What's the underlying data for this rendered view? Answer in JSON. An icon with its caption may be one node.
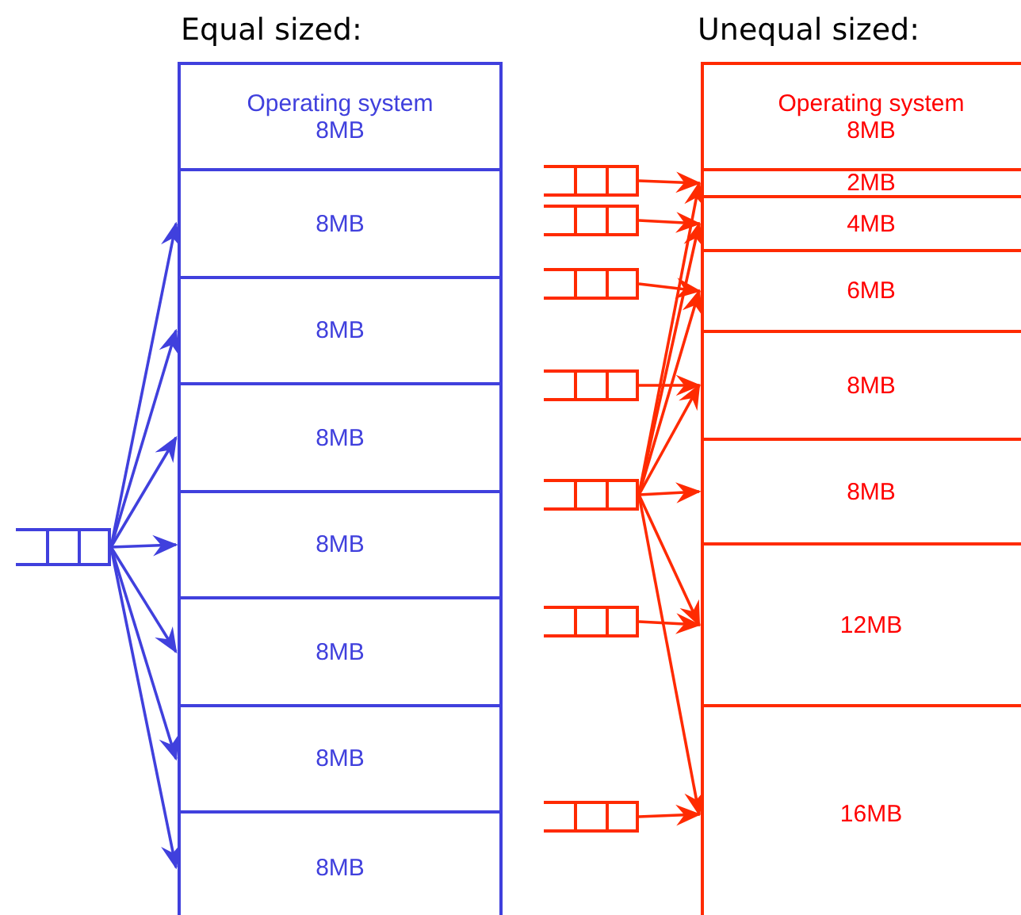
{
  "diagram": {
    "nodes": [
      {
        "text": [],
        "shape": "queue"
      },
      {
        "text": [
          "Operating system 8MB"
        ]
      },
      {
        "text": [
          "8MB"
        ]
      },
      {
        "text": [
          "8MB"
        ]
      },
      {
        "text": [
          "8MB"
        ]
      },
      {
        "text": [
          "8MB"
        ]
      },
      {
        "text": [
          "8MB"
        ]
      },
      {
        "text": [
          "8MB"
        ]
      },
      {
        "text": [
          "8MB"
        ]
      },
      {
        "text": [],
        "shape": "queue"
      },
      {
        "text": [],
        "shape": "queue"
      },
      {
        "text": [],
        "shape": "queue"
      },
      {
        "text": [],
        "shape": "queue"
      },
      {
        "text": [],
        "shape": "queue"
      },
      {
        "text": [],
        "shape": "queue"
      },
      {
        "text": [],
        "shape": "queue"
      },
      {
        "text": [
          "Operating system 8MB"
        ]
      },
      {
        "text": [
          "2MB"
        ]
      },
      {
        "text": [
          "4MB"
        ]
      },
      {
        "text": [
          "6MB"
        ]
      },
      {
        "text": [
          "8MB"
        ]
      },
      {
        "text": [
          "8MB"
        ]
      },
      {
        "text": [
          "12MB"
        ]
      },
      {
        "text": [
          "16MB"
        ]
      }
    ],
    "edges": [
      {
        "from": 0,
        "to": 2,
        "arrow": "to",
        "color": "#4040dd"
      },
      {
        "from": 0,
        "to": 3,
        "arrow": "to",
        "color": "#4040dd"
      },
      {
        "from": 0,
        "to": 4,
        "arrow": "to",
        "color": "#4040dd"
      },
      {
        "from": 0,
        "to": 5,
        "arrow": "to",
        "color": "#4040dd"
      },
      {
        "from": 0,
        "to": 6,
        "arrow": "to",
        "color": "#4040dd"
      },
      {
        "from": 0,
        "to": 7,
        "arrow": "to",
        "color": "#4040dd"
      },
      {
        "from": 0,
        "to": 8,
        "arrow": "to",
        "color": "#4040dd"
      },
      {
        "from": 9,
        "to": 17,
        "arrow": "to"
      },
      {
        "from": 10,
        "to": 18,
        "arrow": "to"
      },
      {
        "from": 11,
        "to": 19,
        "arrow": "to"
      },
      {
        "from": 12,
        "to": 20,
        "arrow": "to"
      },
      {
        "from": 13,
        "to": 17,
        "arrow": "to"
      },
      {
        "from": 13,
        "to": 18,
        "arrow": "to"
      },
      {
        "from": 13,
        "to": 19,
        "arrow": "to"
      },
      {
        "from": 13,
        "to": 20,
        "arrow": "to"
      },
      {
        "from": 13,
        "to": 21,
        "arrow": "to"
      },
      {
        "from": 13,
        "to": 22,
        "arrow": "to"
      },
      {
        "from": 13,
        "to": 23,
        "arrow": "to"
      },
      {
        "from": 14,
        "to": 22,
        "arrow": "to"
      },
      {
        "from": 15,
        "to": 23,
        "arrow": "to"
      }
    ],
    "labels": [
      "Equal sized:",
      "Unequal sized:"
    ]
  }
}
